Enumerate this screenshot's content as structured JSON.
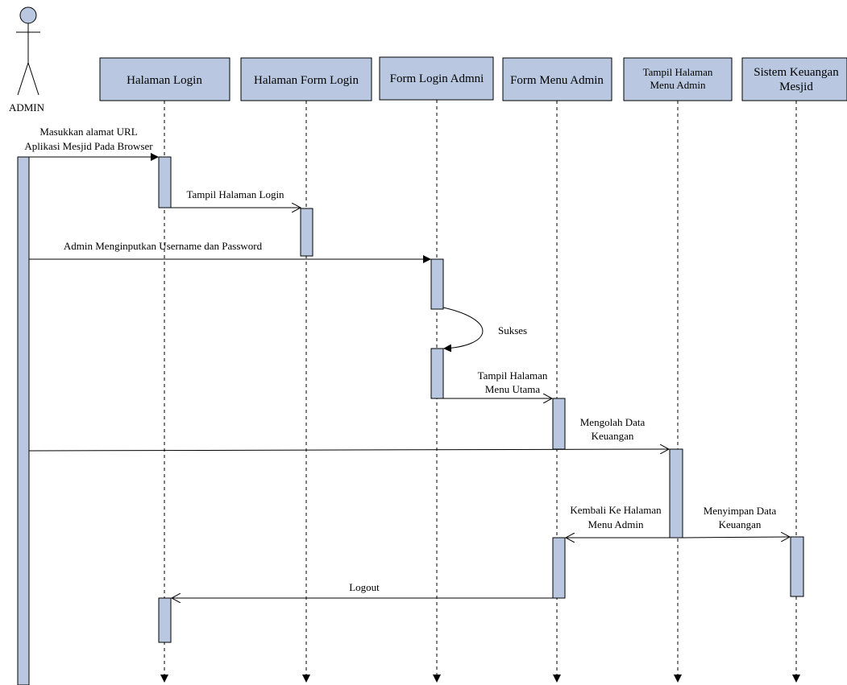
{
  "actor": {
    "label": "ADMIN"
  },
  "lifelines": [
    {
      "id": "halaman-login",
      "lines": [
        "Halaman Login"
      ]
    },
    {
      "id": "halaman-form-login",
      "lines": [
        "Halaman Form Login"
      ]
    },
    {
      "id": "form-login-admni",
      "lines": [
        "Form Login Admni"
      ]
    },
    {
      "id": "form-menu-admin",
      "lines": [
        "Form Menu Admin"
      ]
    },
    {
      "id": "tampil-halaman-menu-admin",
      "lines": [
        "Tampil Halaman",
        "Menu Admin"
      ]
    },
    {
      "id": "sistem-keuangan-mesjid",
      "lines": [
        "Sistem Keuangan",
        "Mesjid"
      ]
    }
  ],
  "messages": [
    {
      "id": "masukkan-url",
      "lines": [
        "Masukkan alamat URL",
        "Aplikasi Mesjid Pada Browser"
      ]
    },
    {
      "id": "tampil-halaman-login",
      "lines": [
        "Tampil Halaman Login"
      ]
    },
    {
      "id": "input-username-password",
      "lines": [
        "Admin Menginputkan Username dan Password"
      ]
    },
    {
      "id": "sukses",
      "lines": [
        "Sukses"
      ]
    },
    {
      "id": "tampil-menu-utama",
      "lines": [
        "Tampil Halaman",
        "Menu Utama"
      ]
    },
    {
      "id": "mengolah-data",
      "lines": [
        "Mengolah Data",
        "Keuangan"
      ]
    },
    {
      "id": "kembali-menu-admin",
      "lines": [
        "Kembali Ke Halaman",
        "Menu Admin"
      ]
    },
    {
      "id": "menyimpan-data",
      "lines": [
        "Menyimpan Data",
        "Keuangan"
      ]
    },
    {
      "id": "logout",
      "lines": [
        "Logout"
      ]
    }
  ],
  "colors": {
    "box_fill": "#b9c8e0",
    "line": "#000000"
  }
}
